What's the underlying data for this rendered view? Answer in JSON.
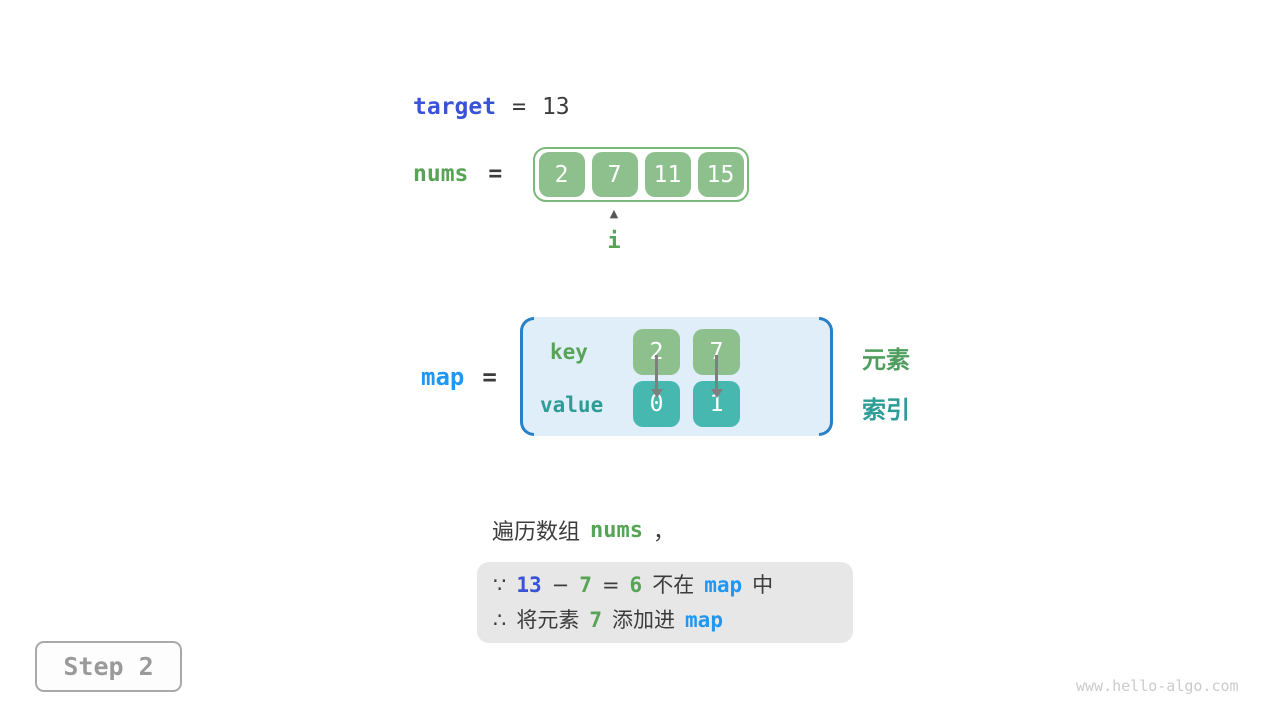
{
  "colors": {
    "royal_blue": "#3a52d8",
    "light_blue": "#2196f3",
    "green_text": "#57a457",
    "teal_text": "#2e9c96",
    "green_fill": "#8ec08e",
    "teal_fill": "#46b8b0",
    "array_border": "#7cb87c",
    "map_bg": "#dfeef8",
    "bracket_blue": "#2980c4",
    "note_bg": "#e7e7e7",
    "dark_text": "#3c3c3c",
    "step_gray": "#9a9a9a"
  },
  "variables": {
    "target": {
      "name": "target",
      "eq": "=",
      "value": "13"
    },
    "nums": {
      "name": "nums",
      "eq": "=",
      "cells": [
        "2",
        "7",
        "11",
        "15"
      ],
      "pointer": {
        "arrow": "▲",
        "label": "i",
        "index": 1
      }
    },
    "map": {
      "name": "map",
      "eq": "=",
      "key_label": "key",
      "value_label": "value",
      "keys": [
        "2",
        "7"
      ],
      "values": [
        "0",
        "1"
      ],
      "element_label": "元素",
      "index_label": "索引"
    }
  },
  "caption": {
    "prefix": "遍历数组",
    "var": "nums",
    "comma": "，"
  },
  "note": {
    "because_symbol": "∵",
    "therefore_symbol": "∴",
    "line1": {
      "minuend": "13",
      "minus": "−",
      "subtrahend": "7",
      "eq": "=",
      "difference": "6",
      "not_in": "不在",
      "map_var": "map",
      "suffix": "中"
    },
    "line2": {
      "prefix": "将元素",
      "element": "7",
      "action": "添加进",
      "map_var": "map"
    }
  },
  "step": {
    "label": "Step 2"
  },
  "watermark": "www.hello-algo.com"
}
